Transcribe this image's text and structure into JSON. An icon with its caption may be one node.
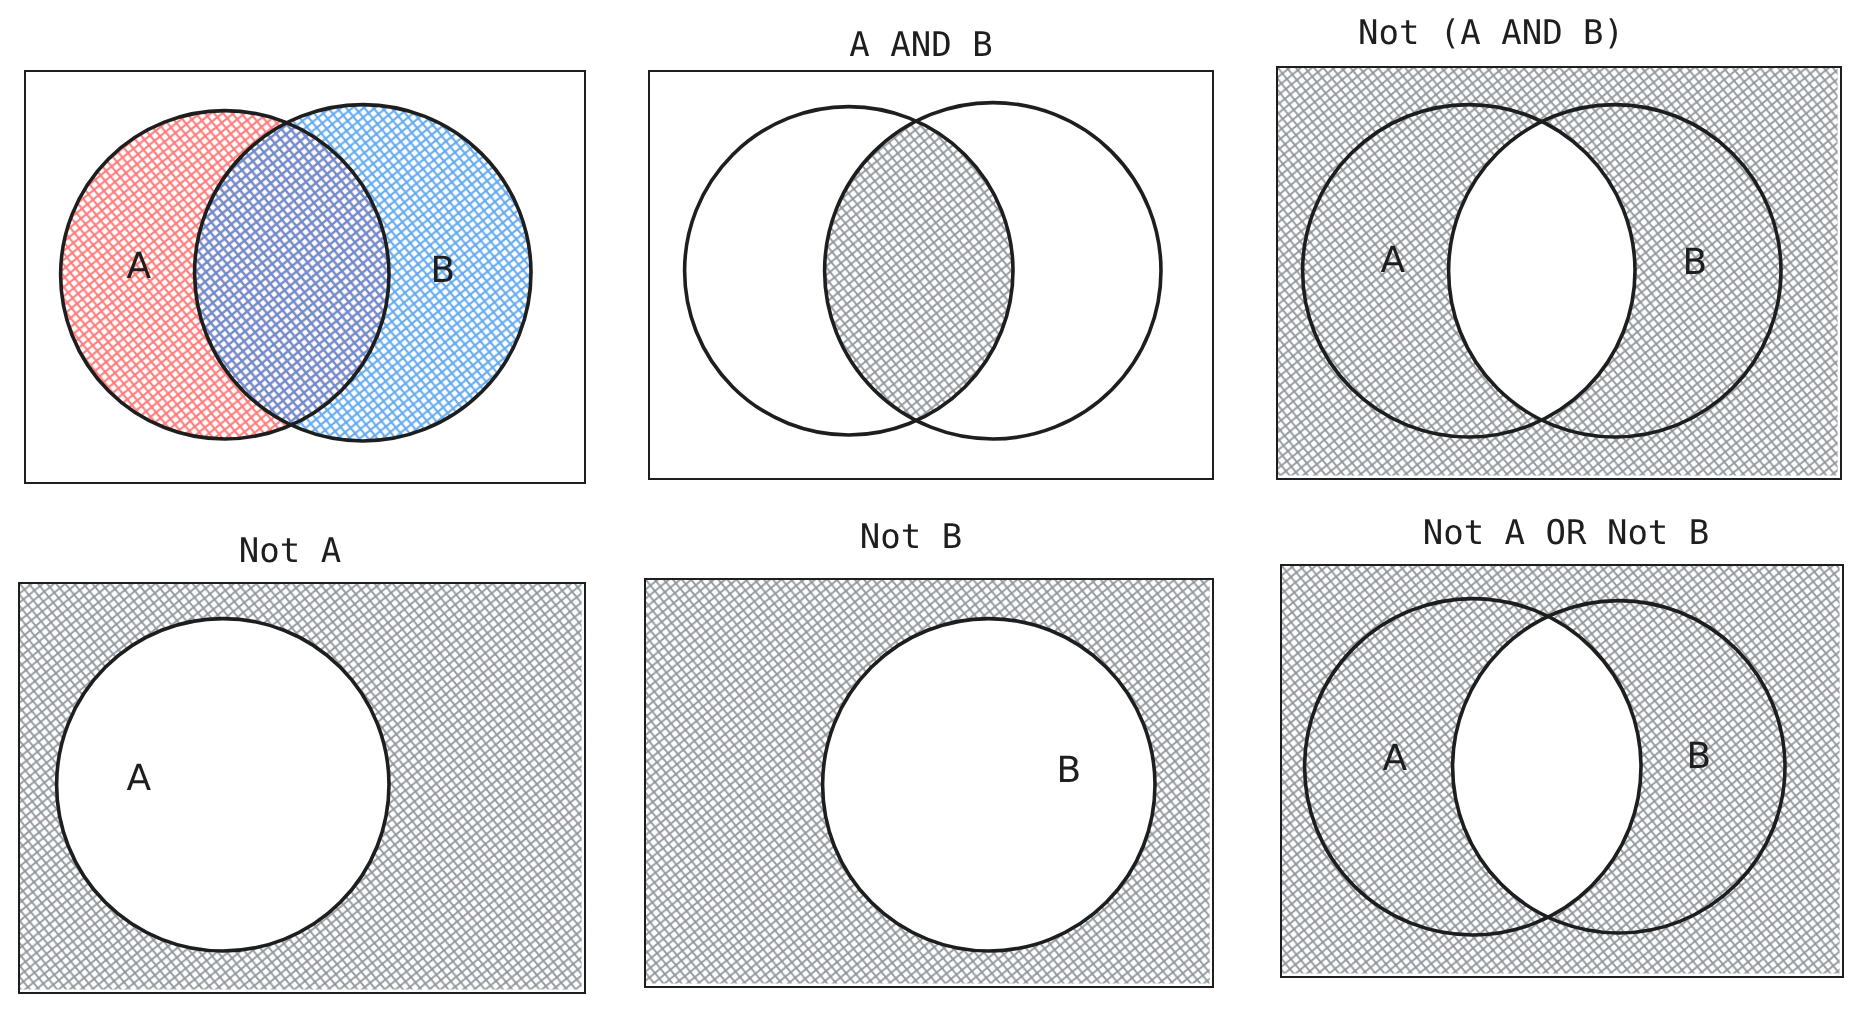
{
  "diagram": {
    "nodes": [
      {
        "text": [],
        "shape": "box"
      },
      {
        "text": [
          "A"
        ],
        "in": 0
      },
      {
        "text": [
          "B"
        ],
        "in": 0
      },
      {
        "text": [
          "A AND B"
        ]
      },
      {
        "text": [],
        "shape": "circle",
        "in": 3
      },
      {
        "text": [],
        "shape": "circle",
        "in": 3
      },
      {
        "text": [
          "Not (A AND B)"
        ]
      },
      {
        "text": [
          "A"
        ],
        "in": 6
      },
      {
        "text": [
          "B"
        ],
        "in": 6
      },
      {
        "text": [
          "Not A"
        ]
      },
      {
        "text": [
          "A"
        ],
        "in": 9
      },
      {
        "text": [
          "Not B"
        ]
      },
      {
        "text": [
          "B"
        ],
        "in": 11
      },
      {
        "text": [
          "Not A OR Not B"
        ]
      },
      {
        "text": [
          "A"
        ],
        "in": 13
      },
      {
        "text": [
          "B"
        ],
        "in": 13
      }
    ]
  }
}
